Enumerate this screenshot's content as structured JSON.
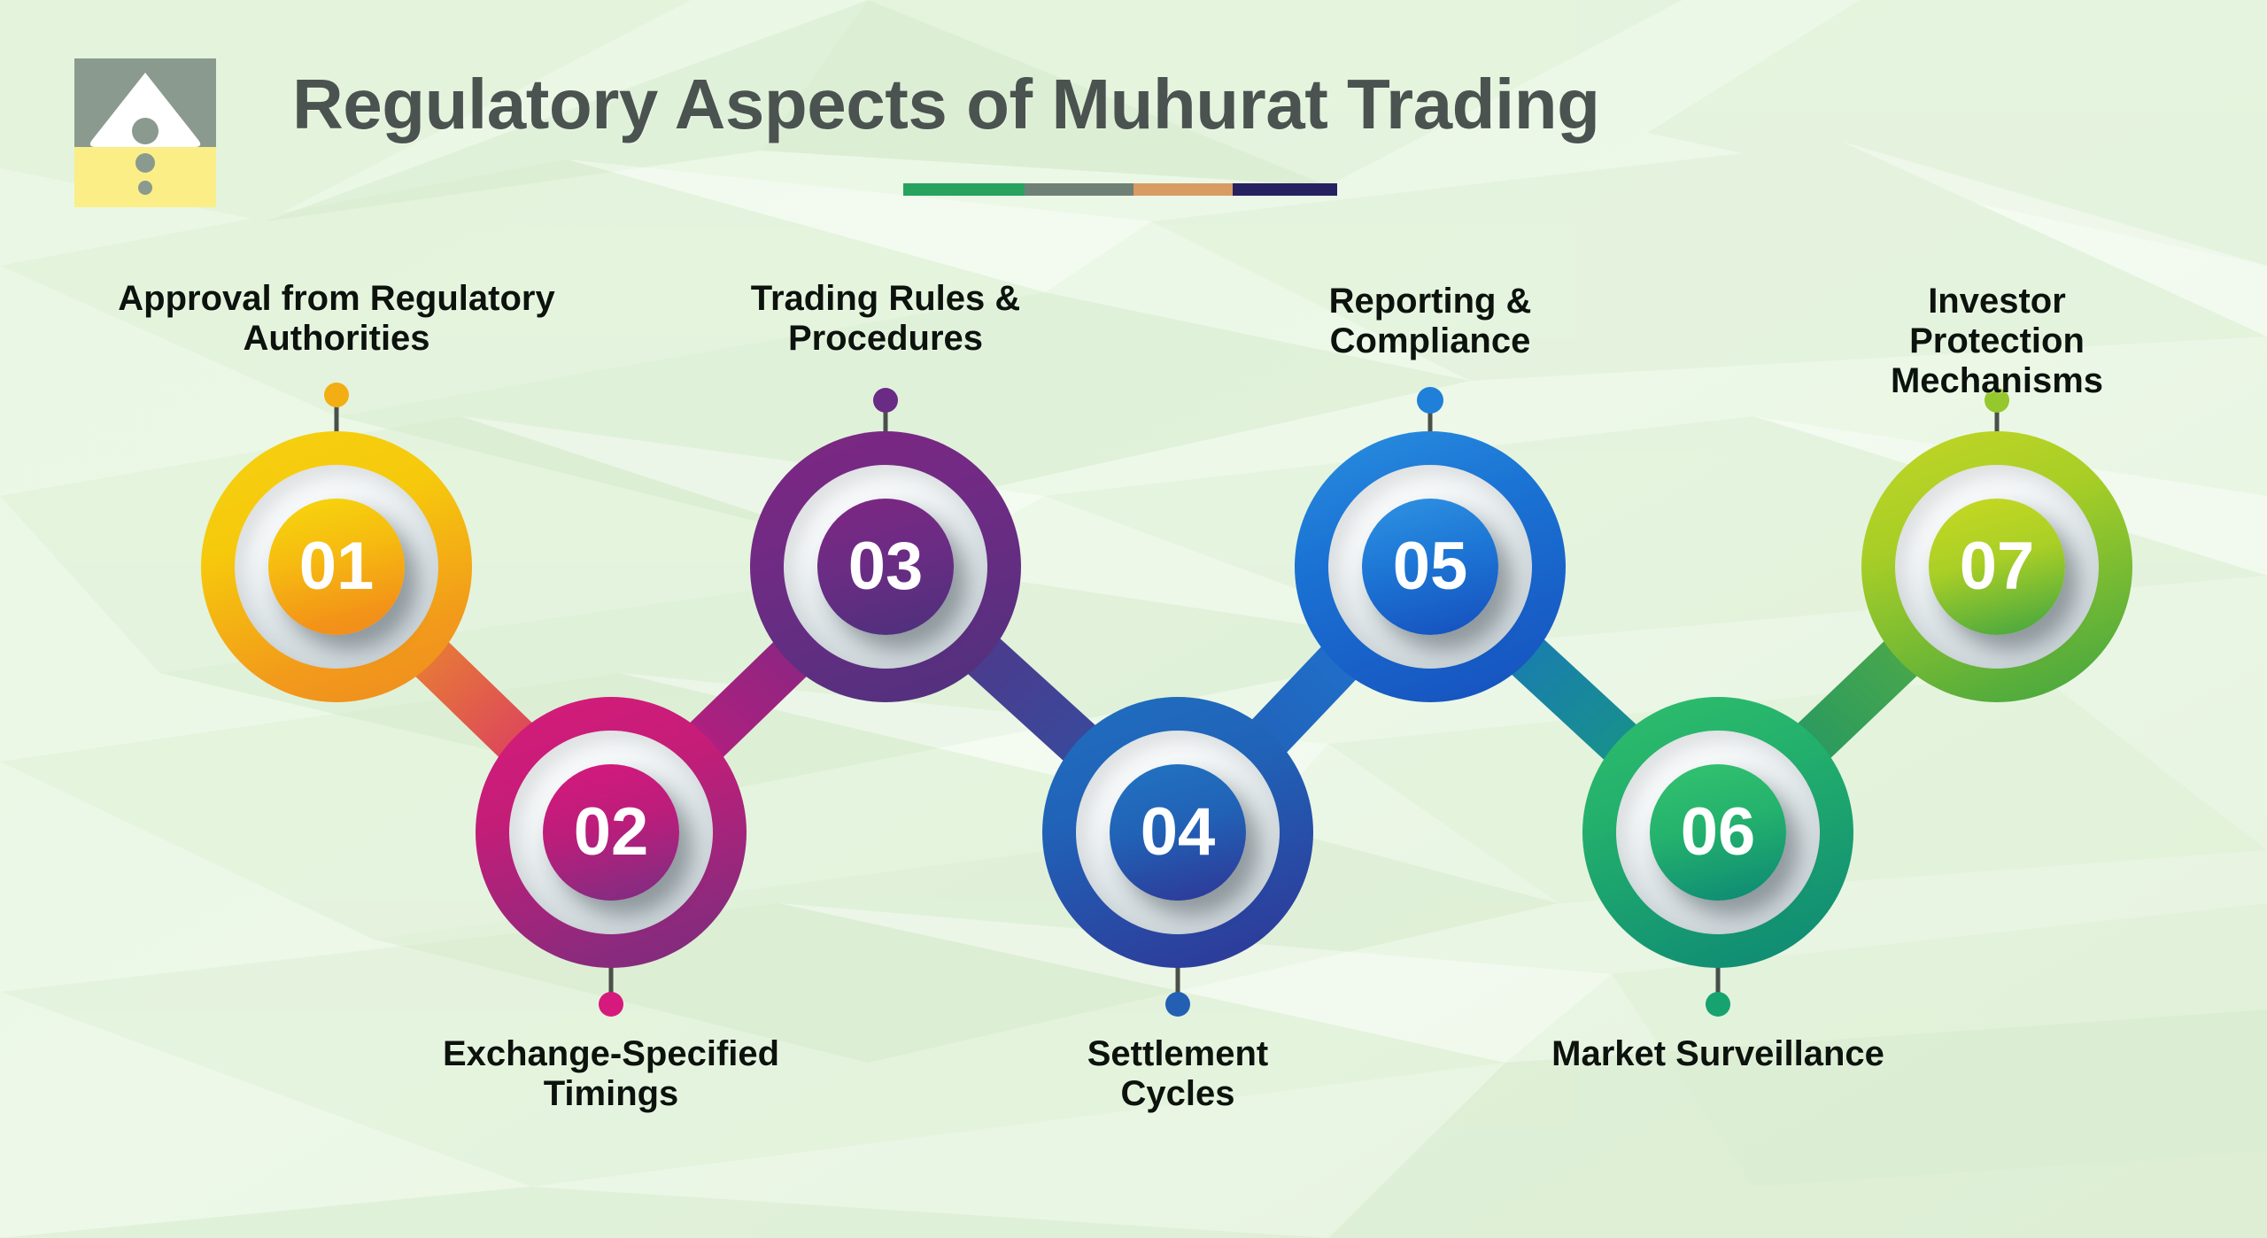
{
  "header": {
    "title": "Regulatory Aspects of Muhurat Trading",
    "logo_icon": "warning-triangle-icon",
    "rule_colors": [
      "#27a25f",
      "#6f8177",
      "#d89c63",
      "#262261"
    ]
  },
  "theme": {
    "background_start": "#eaf7e4",
    "background_end": "#e6f4df",
    "title_color": "#4b5350",
    "label_color": "#0c120c"
  },
  "steps": [
    {
      "number": "01",
      "label": "Approval from Regulatory\nAuthorities",
      "label_position": "top",
      "color_start": "#f5d011",
      "color_end": "#ef8b20",
      "pin_color": "#f3ae14"
    },
    {
      "number": "02",
      "label": "Exchange-Specified\nTimings",
      "label_position": "bottom",
      "color_start": "#d81b7a",
      "color_end": "#7a2c7c",
      "pin_color": "#d6197c"
    },
    {
      "number": "03",
      "label": "Trading Rules &\nProcedures",
      "label_position": "top",
      "color_start": "#7e2682",
      "color_end": "#4b3279",
      "pin_color": "#6a2b84"
    },
    {
      "number": "04",
      "label": "Settlement\nCycles",
      "label_position": "bottom",
      "color_start": "#1f6fc0",
      "color_end": "#2f3a94",
      "pin_color": "#2360b4"
    },
    {
      "number": "05",
      "label": "Reporting &\nCompliance",
      "label_position": "top",
      "color_start": "#2a8fe0",
      "color_end": "#1550bb",
      "pin_color": "#1f7fd9"
    },
    {
      "number": "06",
      "label": "Market Surveillance",
      "label_position": "bottom",
      "color_start": "#2fbe6d",
      "color_end": "#0f8674",
      "pin_color": "#16a36f"
    },
    {
      "number": "07",
      "label": "Investor Protection\nMechanisms",
      "label_position": "top",
      "color_start": "#c3d625",
      "color_end": "#47a740",
      "pin_color": "#95c82c"
    }
  ]
}
